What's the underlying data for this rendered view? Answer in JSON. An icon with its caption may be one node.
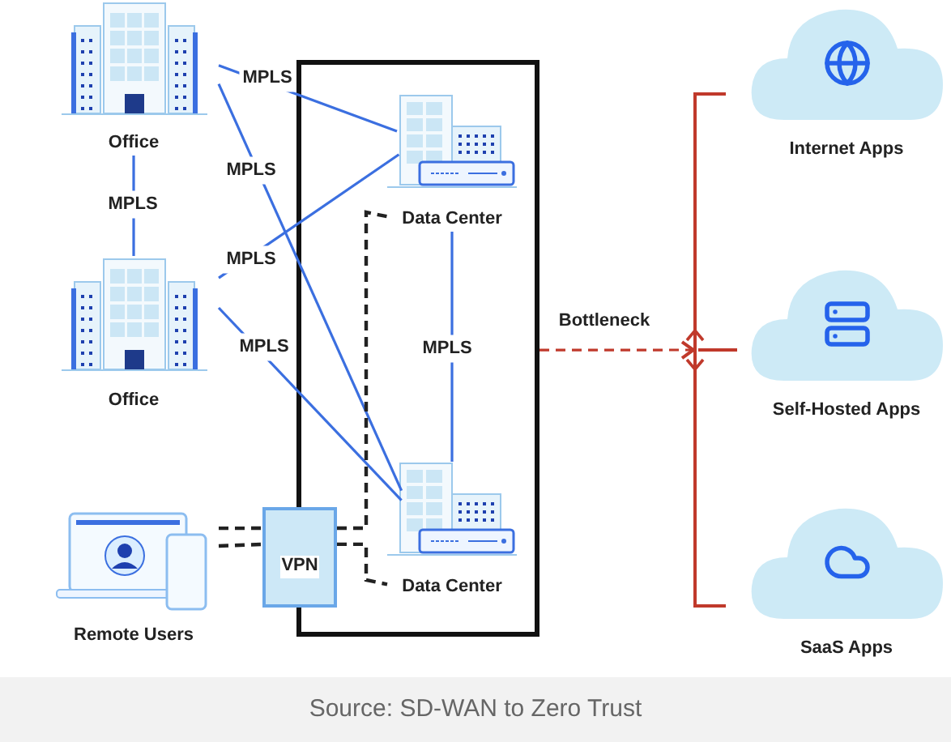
{
  "diagram": {
    "caption": "Source: SD-WAN to Zero Trust",
    "nodes": [
      {
        "text": [
          "Office"
        ]
      },
      {
        "text": [
          "Office"
        ]
      },
      {
        "text": [],
        "shape": "box"
      },
      {
        "text": [
          "Data Center"
        ],
        "in": 2
      },
      {
        "text": [
          "Data Center"
        ],
        "in": 2
      },
      {
        "text": [
          "Remote Users"
        ]
      },
      {
        "text": [
          "VPN"
        ]
      },
      {
        "text": [],
        "shape": "bar"
      },
      {
        "text": [
          "Internet Apps"
        ]
      },
      {
        "text": [
          "Self-Hosted Apps"
        ]
      },
      {
        "text": [
          "SaaS Apps"
        ]
      }
    ],
    "edges": [
      {
        "from": 0,
        "to": 3,
        "arrow": "none",
        "label": "MPLS"
      },
      {
        "from": 0,
        "to": 4,
        "arrow": "none",
        "label": "MPLS"
      },
      {
        "from": 0,
        "to": 1,
        "arrow": "none",
        "label": "MPLS"
      },
      {
        "from": 1,
        "to": 3,
        "arrow": "none",
        "label": "MPLS"
      },
      {
        "from": 1,
        "to": 4,
        "arrow": "none",
        "label": "MPLS"
      },
      {
        "from": 3,
        "to": 4,
        "arrow": "none",
        "label": "MPLS"
      },
      {
        "from": 5,
        "to": 6,
        "arrow": "none",
        "style": "dashed",
        "color": "#222222"
      },
      {
        "from": 5,
        "to": 6,
        "arrow": "none",
        "style": "dashed",
        "color": "#222222"
      },
      {
        "from": 6,
        "to": 3,
        "arrow": "none",
        "style": "dashed",
        "color": "#222222"
      },
      {
        "from": 6,
        "to": 4,
        "arrow": "none",
        "style": "dashed",
        "color": "#222222"
      },
      {
        "from": 2,
        "to": 7,
        "arrow": "to",
        "label": "Bottleneck",
        "style": "dashed",
        "color": "#c0392b"
      }
    ]
  }
}
